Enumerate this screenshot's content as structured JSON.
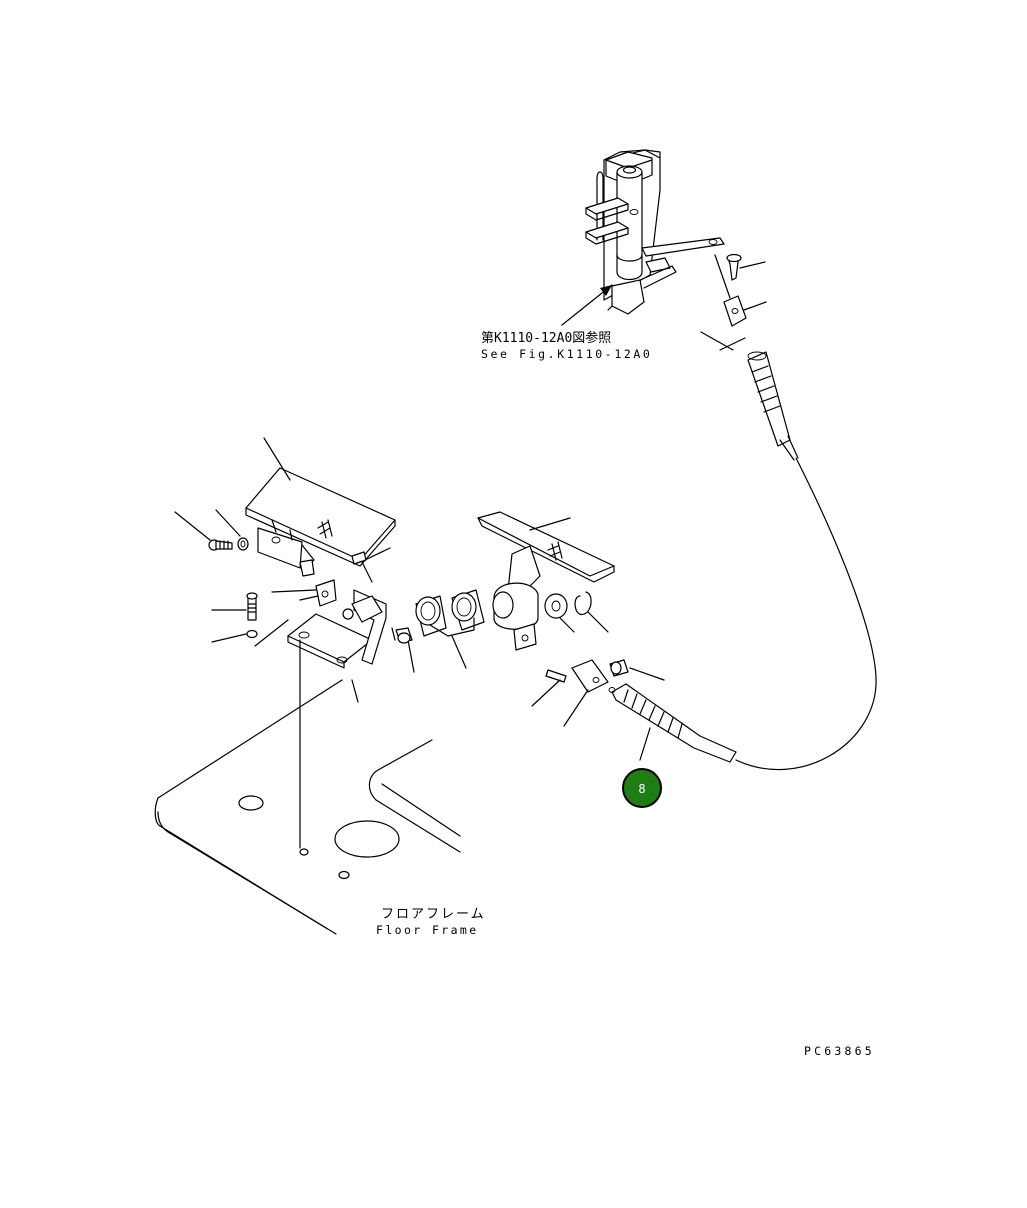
{
  "ref_note": {
    "jp": "第K1110-12A0図参照",
    "en": "See Fig.K1110-12A0"
  },
  "floor_frame": {
    "jp": "フロアフレーム",
    "en": "Floor Frame"
  },
  "callout": {
    "number": "8",
    "color": "#1e7d14"
  },
  "drawing_code": "PC63865"
}
